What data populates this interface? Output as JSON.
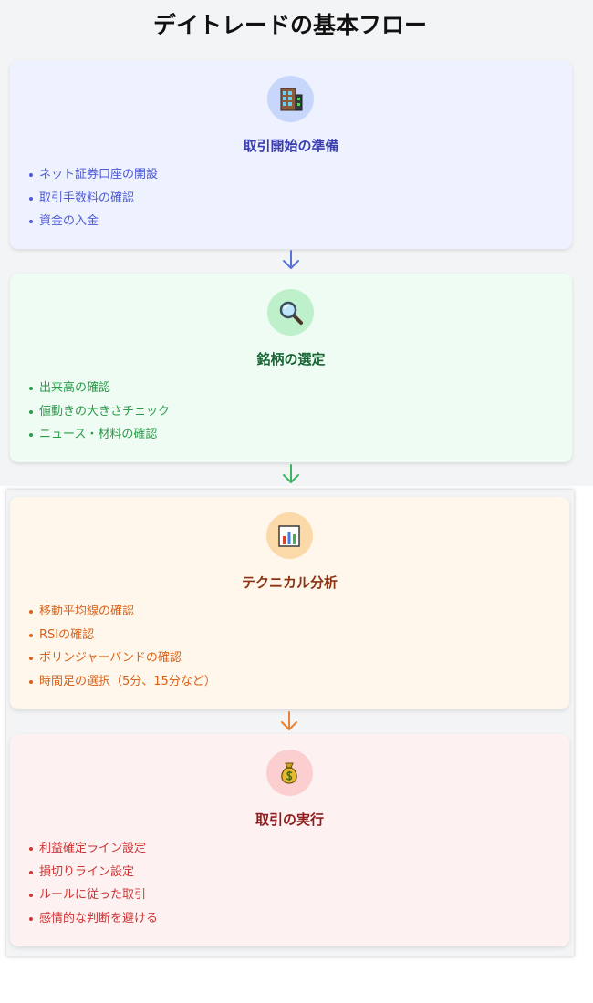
{
  "title": "デイトレードの基本フロー",
  "steps": [
    {
      "icon": "building-icon",
      "title": "取引開始の準備",
      "items": [
        "ネット証券口座の開設",
        "取引手数料の確認",
        "資金の入金"
      ],
      "colors": {
        "bg": "#eef2fe",
        "circle": "#c7d7fc",
        "title": "#3b3fae",
        "text": "#4f5bd5",
        "arrow": "#5b73db"
      }
    },
    {
      "icon": "magnifier-icon",
      "title": "銘柄の選定",
      "items": [
        "出来高の確認",
        "値動きの大きさチェック",
        "ニュース・材料の確認"
      ],
      "colors": {
        "bg": "#effcf3",
        "circle": "#bff0cc",
        "title": "#166534",
        "text": "#2b9a4b",
        "arrow": "#3cb561"
      }
    },
    {
      "icon": "bar-chart-icon",
      "title": "テクニカル分析",
      "items": [
        "移動平均線の確認",
        "RSIの確認",
        "ボリンジャーバンドの確認",
        "時間足の選択（5分、15分など）"
      ],
      "colors": {
        "bg": "#fff7eb",
        "circle": "#fbd9a9",
        "title": "#8a3414",
        "text": "#d9621a",
        "arrow": "#e98234"
      }
    },
    {
      "icon": "money-bag-icon",
      "title": "取引の実行",
      "items": [
        "利益確定ライン設定",
        "損切りライン設定",
        "ルールに従った取引",
        "感情的な判断を避ける"
      ],
      "colors": {
        "bg": "#fdf1f1",
        "circle": "#fbcfcf",
        "title": "#8f1d1d",
        "text": "#d03535"
      }
    }
  ]
}
